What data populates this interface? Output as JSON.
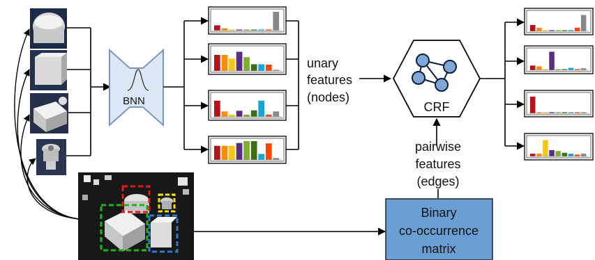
{
  "labels": {
    "bnn": "BNN",
    "unary_line1": "unary",
    "unary_line2": "features",
    "unary_line3": "(nodes)",
    "crf": "CRF",
    "pairwise_line1": "pairwise",
    "pairwise_line2": "features",
    "pairwise_line3": "(edges)",
    "matrix_line1": "Binary",
    "matrix_line2": "co-occurrence",
    "matrix_line3": "matrix"
  },
  "colors": {
    "bar_palette": [
      "#b5121b",
      "#ff8c00",
      "#f5c518",
      "#5a2d82",
      "#7ab02c",
      "#3c6e1c",
      "#1aa3d9",
      "#ff4500",
      "#888888"
    ],
    "box_green": "#1db31d",
    "box_red": "#e01b1b",
    "box_yellow": "#f0e000",
    "box_blue": "#2a7ad6",
    "bnn_fill": "#dbe7f4",
    "matrix_fill": "#6a9fd3",
    "crf_node": "#7fa8d8"
  },
  "histograms_unary": [
    [
      0.28,
      0.12,
      0.04,
      0.04,
      0.02,
      0.02,
      0.04,
      0.06,
      1.0
    ],
    [
      0.72,
      0.72,
      0.55,
      0.86,
      0.62,
      0.3,
      0.3,
      0.28,
      0.05
    ],
    [
      0.75,
      0.25,
      0.1,
      0.28,
      0.1,
      0.3,
      0.75,
      0.1,
      0.25
    ],
    [
      0.75,
      0.75,
      0.75,
      0.9,
      1.0,
      1.0,
      0.32,
      0.88,
      0.1
    ]
  ],
  "histograms_output": [
    [
      0.35,
      0.2,
      0.04,
      0.04,
      0.03,
      0.04,
      0.06,
      0.2,
      0.9
    ],
    [
      0.24,
      0.2,
      0.05,
      0.95,
      0.05,
      0.05,
      0.12,
      0.04,
      0.1
    ],
    [
      0.92,
      0.06,
      0.03,
      0.03,
      0.03,
      0.03,
      0.03,
      0.05,
      0.06
    ],
    [
      0.15,
      0.15,
      0.9,
      0.35,
      0.3,
      0.2,
      0.15,
      0.1,
      0.15
    ]
  ]
}
